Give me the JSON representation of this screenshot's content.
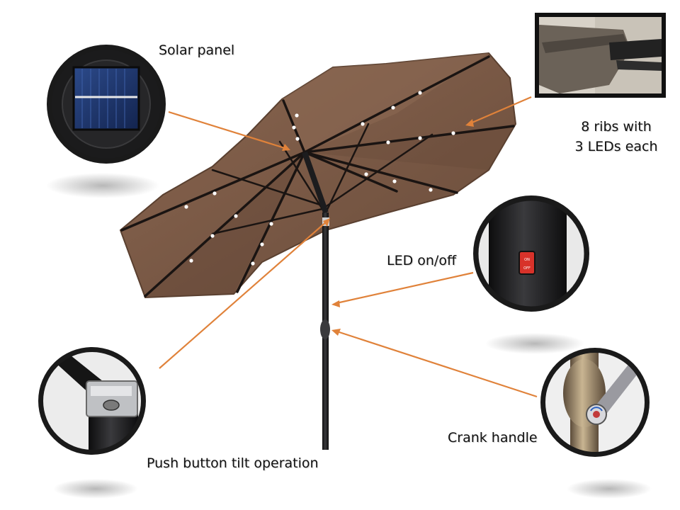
{
  "callouts": {
    "solar_panel": "Solar panel",
    "ribs_line1": "8 ribs with",
    "ribs_line2": "3 LEDs each",
    "led_switch": "LED on/off",
    "tilt": "Push button tilt operation",
    "crank": "Crank handle"
  },
  "colors": {
    "canopy": "#7a5a45",
    "canopy_dark": "#5e4333",
    "rib": "#1a1412",
    "pole": "#1c1c1e",
    "led": "#ffffff",
    "leader_line": "#e0823a",
    "inset_ring": "#1a1a1a"
  },
  "switch_label_on": "ON",
  "switch_label_off": "OFF"
}
